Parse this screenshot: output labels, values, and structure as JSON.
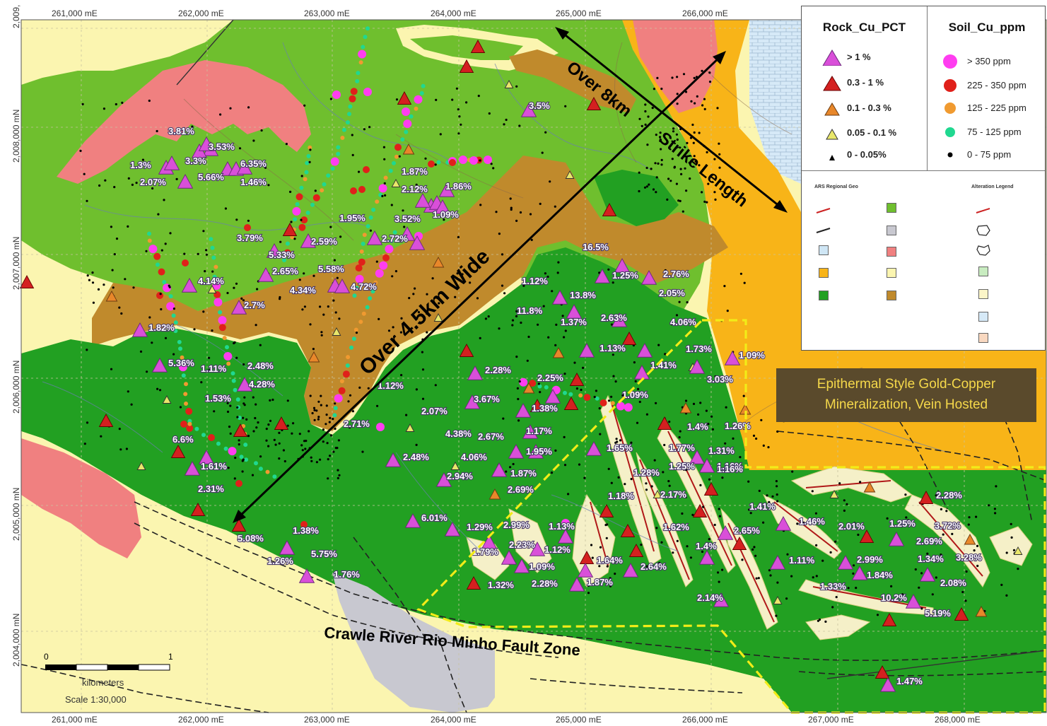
{
  "axes": {
    "x_top": [
      "261,000 mE",
      "262,000 mE",
      "263,000 mE",
      "264,000 mE",
      "265,000 mE",
      "266,000 mE"
    ],
    "x_bottom": [
      "261,000 mE",
      "262,000 mE",
      "263,000 mE",
      "264,000 mE",
      "265,000 mE",
      "266,000 mE",
      "267,000 mE",
      "268,000 mE"
    ],
    "y_left": [
      "2,009,",
      "2,008,000 mN",
      "2,007,000 mN",
      "2,006,000 mN",
      "2,005,000 mN",
      "2,004,000 mN"
    ]
  },
  "annotations": {
    "strike": "Over 8km Strike Length",
    "strike_a": "Over 8km",
    "strike_b": "Strike Length",
    "width": "Over 4.5km Wide",
    "fault": "Crawle River Rio Minho Fault Zone",
    "epithermal_line1": "Epithermal Style Gold-Copper",
    "epithermal_line2": "Mineralization, Vein Hosted"
  },
  "legend": {
    "rock_title": "Rock_Cu_PCT",
    "soil_title": "Soil_Cu_ppm",
    "rock_items": [
      {
        "label": "> 1 %",
        "color": "#d94fd9"
      },
      {
        "label": "0.3 - 1 %",
        "color": "#d42020"
      },
      {
        "label": "0.1 - 0.3 %",
        "color": "#e8872a"
      },
      {
        "label": "0.05 - 0.1 %",
        "color": "#e9e76a"
      },
      {
        "label": "0 - 0.05%",
        "color": "#000000"
      }
    ],
    "soil_items": [
      {
        "label": "> 350 ppm",
        "color": "#ff3df0"
      },
      {
        "label": "225 - 350 ppm",
        "color": "#e0201a"
      },
      {
        "label": "125 - 225 ppm",
        "color": "#f09a30"
      },
      {
        "label": "75 - 125 ppm",
        "color": "#20d890"
      },
      {
        "label": "0 - 75 ppm",
        "color": "#000000"
      }
    ],
    "regional_title": "ARS Regional Geo",
    "alteration_title": "Alteration Legend"
  },
  "scale": {
    "tick_0": "0",
    "tick_1": "1",
    "units": "kilometers",
    "ratio": "Scale 1:30,000"
  },
  "colors": {
    "light_green": "#6fbf2e",
    "dark_green": "#22a022",
    "brown": "#c08a2c",
    "orange": "#f8b418",
    "pink": "#f08080",
    "cream": "#fbf5b0",
    "water": "#cfe6f5",
    "grey": "#c8c8d0"
  },
  "samples": [
    {
      "v": "3.5%"
    },
    {
      "v": "3.81%"
    },
    {
      "v": "3.53%"
    },
    {
      "v": "1.3%"
    },
    {
      "v": "3.3%"
    },
    {
      "v": "6.35%"
    },
    {
      "v": "2.07%"
    },
    {
      "v": "5.66%"
    },
    {
      "v": "1.46%"
    },
    {
      "v": "1.87%"
    },
    {
      "v": "2.12%"
    },
    {
      "v": "1.86%"
    },
    {
      "v": "1.09%"
    },
    {
      "v": "1.95%"
    },
    {
      "v": "3.52%"
    },
    {
      "v": "3.79%"
    },
    {
      "v": "2.59%"
    },
    {
      "v": "2.72%"
    },
    {
      "v": "5.33%"
    },
    {
      "v": "2.65%"
    },
    {
      "v": "5.58%"
    },
    {
      "v": "4.34%"
    },
    {
      "v": "4.72%"
    },
    {
      "v": "4.14%"
    },
    {
      "v": "2.7%"
    },
    {
      "v": "1.82%"
    },
    {
      "v": "16.5%"
    },
    {
      "v": "1.25%"
    },
    {
      "v": "2.76%"
    },
    {
      "v": "1.12%"
    },
    {
      "v": "2.05%"
    },
    {
      "v": "13.8%"
    },
    {
      "v": "11.8%"
    },
    {
      "v": "1.37%"
    },
    {
      "v": "2.63%"
    },
    {
      "v": "4.06%"
    },
    {
      "v": "1.13%"
    },
    {
      "v": "1.73%"
    },
    {
      "v": "1.09%"
    },
    {
      "v": "5.36%"
    },
    {
      "v": "1.11%"
    },
    {
      "v": "2.48%"
    },
    {
      "v": "4.28%"
    },
    {
      "v": "1.53%"
    },
    {
      "v": "1.12%"
    },
    {
      "v": "2.28%"
    },
    {
      "v": "1.41%"
    },
    {
      "v": "2.25%"
    },
    {
      "v": "3.03%"
    },
    {
      "v": "3.67%"
    },
    {
      "v": "1.38%"
    },
    {
      "v": "1.09%"
    },
    {
      "v": "2.07%"
    },
    {
      "v": "2.71%"
    },
    {
      "v": "1.17%"
    },
    {
      "v": "1.4%"
    },
    {
      "v": "1.26%"
    },
    {
      "v": "6.6%"
    },
    {
      "v": "4.38%"
    },
    {
      "v": "2.67%"
    },
    {
      "v": "1.65%"
    },
    {
      "v": "1.77%"
    },
    {
      "v": "1.31%"
    },
    {
      "v": "1.95%"
    },
    {
      "v": "2.48%"
    },
    {
      "v": "4.06%"
    },
    {
      "v": "1.25%"
    },
    {
      "v": "1.16%"
    },
    {
      "v": "1.61%"
    },
    {
      "v": "1.87%"
    },
    {
      "v": "1.28%"
    },
    {
      "v": "1.16%"
    },
    {
      "v": "2.94%"
    },
    {
      "v": "2.69%"
    },
    {
      "v": "2.31%"
    },
    {
      "v": "1.18%"
    },
    {
      "v": "2.17%"
    },
    {
      "v": "2.28%"
    },
    {
      "v": "1.41%"
    },
    {
      "v": "6.01%"
    },
    {
      "v": "1.29%"
    },
    {
      "v": "2.99%"
    },
    {
      "v": "1.13%"
    },
    {
      "v": "1.46%"
    },
    {
      "v": "2.01%"
    },
    {
      "v": "1.25%"
    },
    {
      "v": "3.72%"
    },
    {
      "v": "5.08%"
    },
    {
      "v": "1.38%"
    },
    {
      "v": "1.62%"
    },
    {
      "v": "2.65%"
    },
    {
      "v": "2.69%"
    },
    {
      "v": "1.79%"
    },
    {
      "v": "2.23%"
    },
    {
      "v": "1.12%"
    },
    {
      "v": "1.4%"
    },
    {
      "v": "1.26%"
    },
    {
      "v": "5.75%"
    },
    {
      "v": "1.09%"
    },
    {
      "v": "1.64%"
    },
    {
      "v": "2.64%"
    },
    {
      "v": "1.11%"
    },
    {
      "v": "2.99%"
    },
    {
      "v": "1.34%"
    },
    {
      "v": "3.28%"
    },
    {
      "v": "1.76%"
    },
    {
      "v": "1.32%"
    },
    {
      "v": "2.28%"
    },
    {
      "v": "1.87%"
    },
    {
      "v": "1.33%"
    },
    {
      "v": "1.84%"
    },
    {
      "v": "2.08%"
    },
    {
      "v": "2.14%"
    },
    {
      "v": "10.2%"
    },
    {
      "v": "5.19%"
    },
    {
      "v": "1.47%"
    }
  ]
}
